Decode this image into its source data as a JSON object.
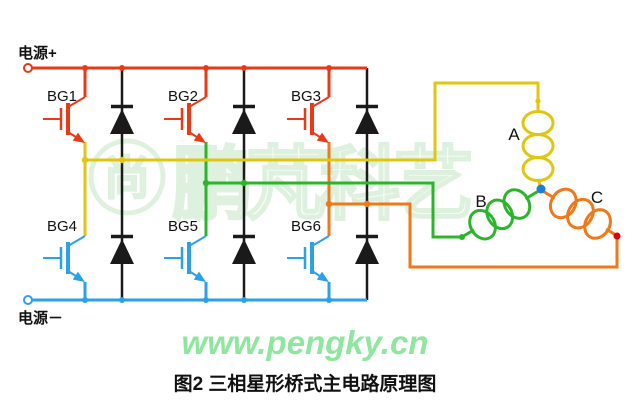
{
  "labels": {
    "power_plus": "电源+",
    "power_minus": "电源－"
  },
  "transistors": {
    "bg1": "BG1",
    "bg2": "BG2",
    "bg3": "BG3",
    "bg4": "BG4",
    "bg5": "BG5",
    "bg6": "BG6"
  },
  "phases": {
    "a": "A",
    "b": "B",
    "c": "C"
  },
  "caption": {
    "text": "图2 三相星形桥式主电路原理图"
  },
  "watermark": {
    "site": "www.pengky.cn",
    "logo_chars": "鹏芃科艺",
    "logo_glyph": "尚"
  },
  "colors": {
    "red": "#e83a17",
    "blue": "#2ca0e8",
    "yellow": "#e0c60e",
    "green": "#2bb52b",
    "orange": "#f07818",
    "black": "#1a1a1a",
    "star_dot": "#1b7fd8",
    "c_end_dot": "#e00000",
    "watermark_green": "#c9e9c9",
    "site_green": "#8ee69f",
    "text": "#111111"
  }
}
